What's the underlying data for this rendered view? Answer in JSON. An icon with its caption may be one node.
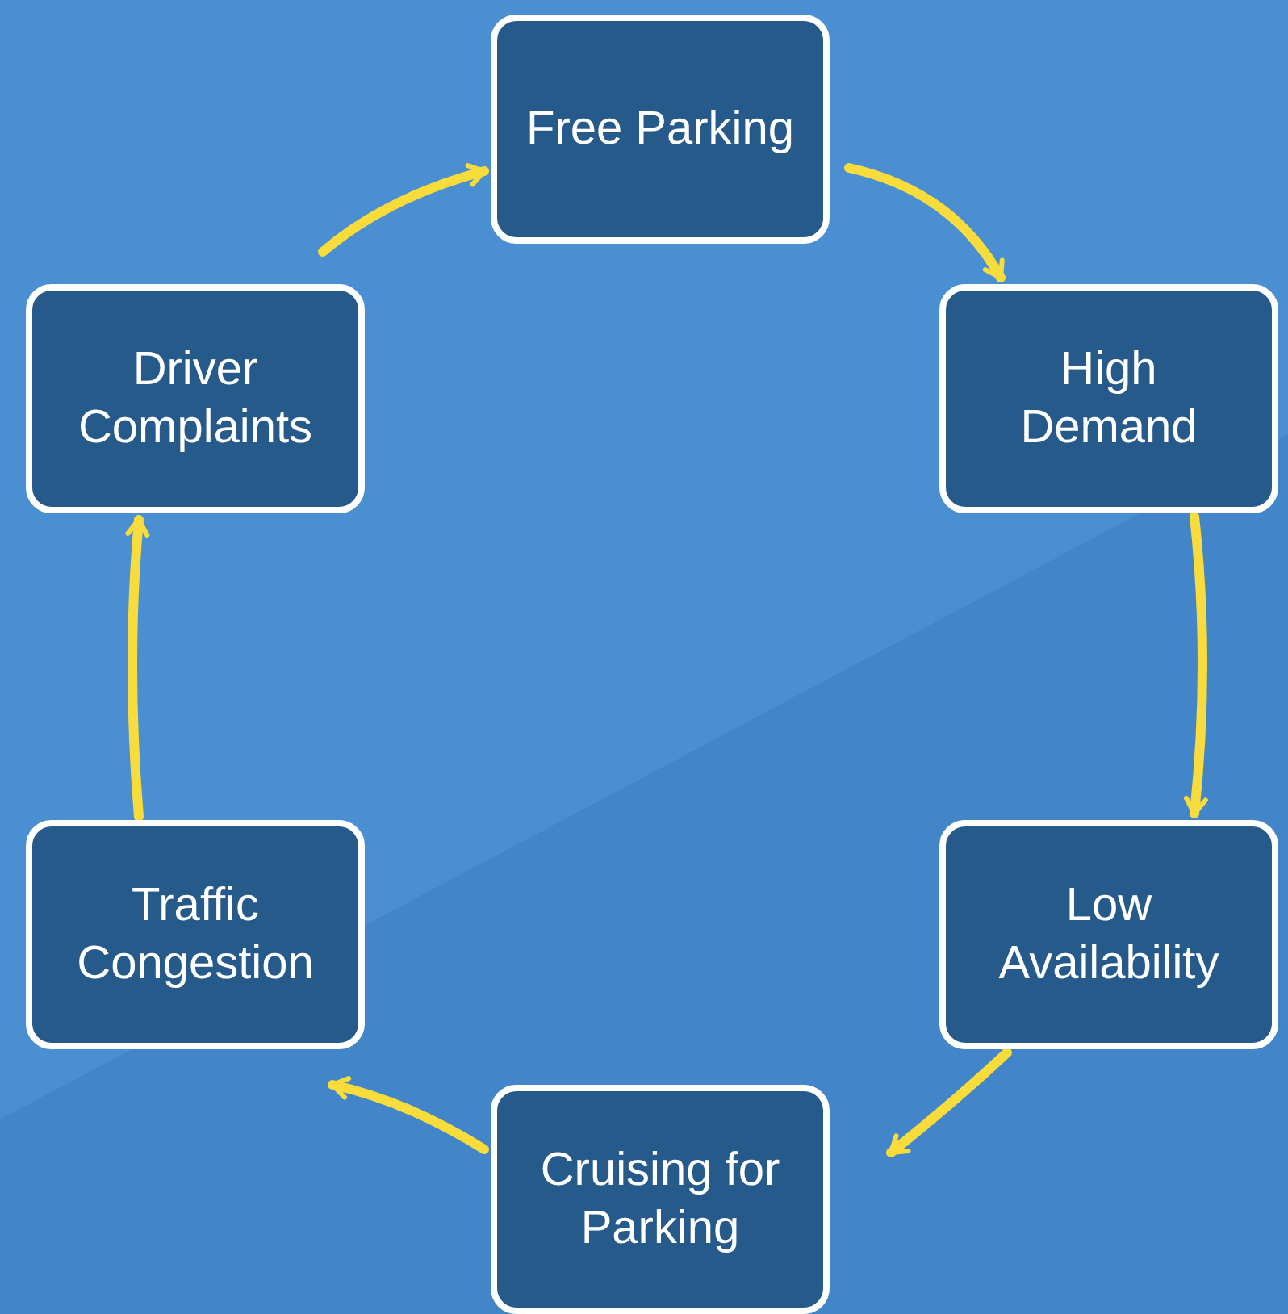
{
  "diagram": {
    "nodes": [
      {
        "text": [
          "Free Parking"
        ]
      },
      {
        "text": [
          "High Demand"
        ]
      },
      {
        "text": [
          "Low Availability"
        ]
      },
      {
        "text": [
          "Cruising for Parking"
        ]
      },
      {
        "text": [
          "Traffic Congestion"
        ]
      },
      {
        "text": [
          "Driver Complaints"
        ]
      }
    ],
    "edges": [
      {
        "from": 0,
        "to": 1,
        "arrow": "to"
      },
      {
        "from": 1,
        "to": 2,
        "arrow": "to"
      },
      {
        "from": 2,
        "to": 3,
        "arrow": "to"
      },
      {
        "from": 3,
        "to": 4,
        "arrow": "to"
      },
      {
        "from": 4,
        "to": 5,
        "arrow": "to"
      },
      {
        "from": 5,
        "to": 0,
        "arrow": "to"
      }
    ]
  }
}
